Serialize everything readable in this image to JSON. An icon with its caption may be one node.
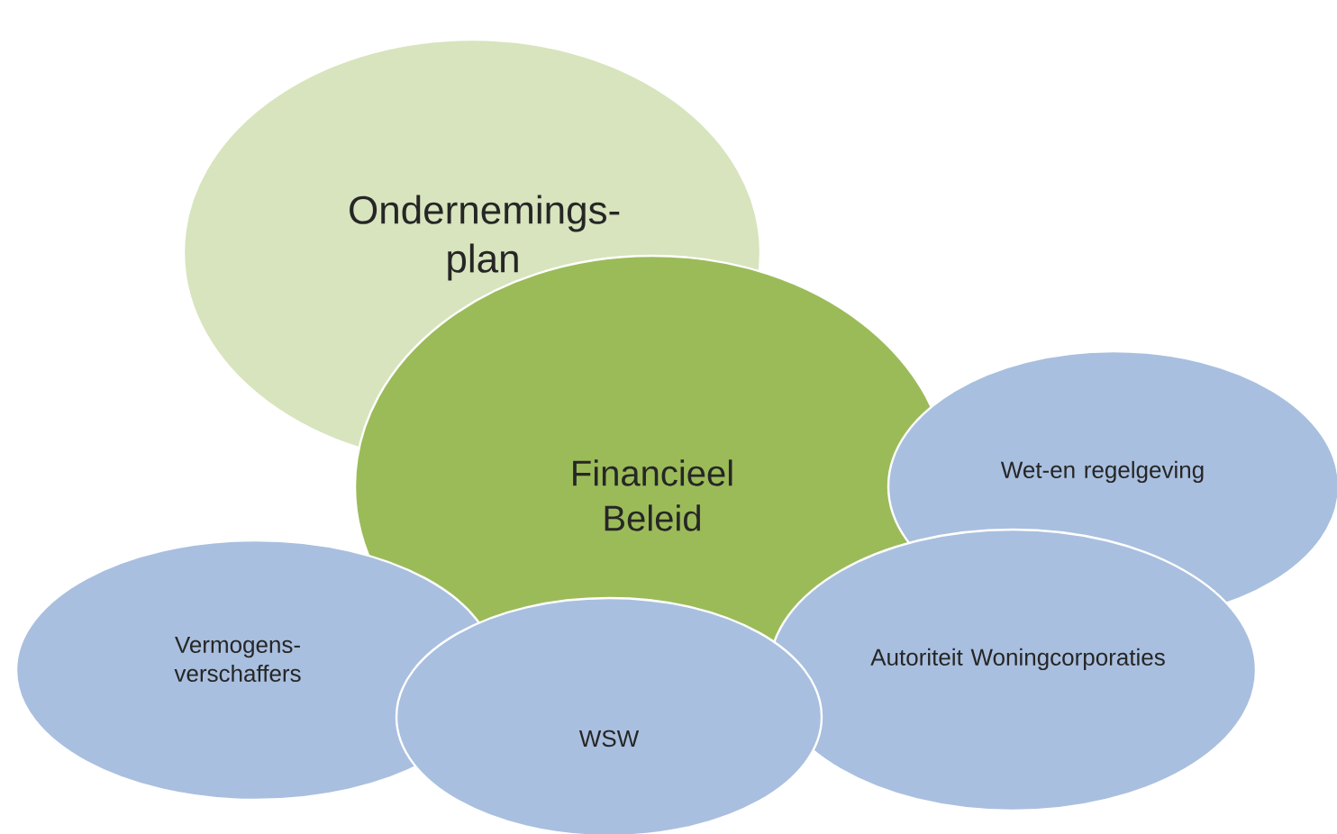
{
  "diagram": {
    "nodes": [
      {
        "text": [
          "Ondernemings- plan"
        ]
      },
      {
        "text": [
          "Financieel Beleid"
        ]
      },
      {
        "text": [
          "Wet-en regelgeving"
        ]
      },
      {
        "text": [
          "Vermogens- verschaffers"
        ]
      },
      {
        "text": [
          "Autoriteit Woningcorporaties"
        ]
      },
      {
        "text": [
          "WSW"
        ]
      }
    ]
  }
}
